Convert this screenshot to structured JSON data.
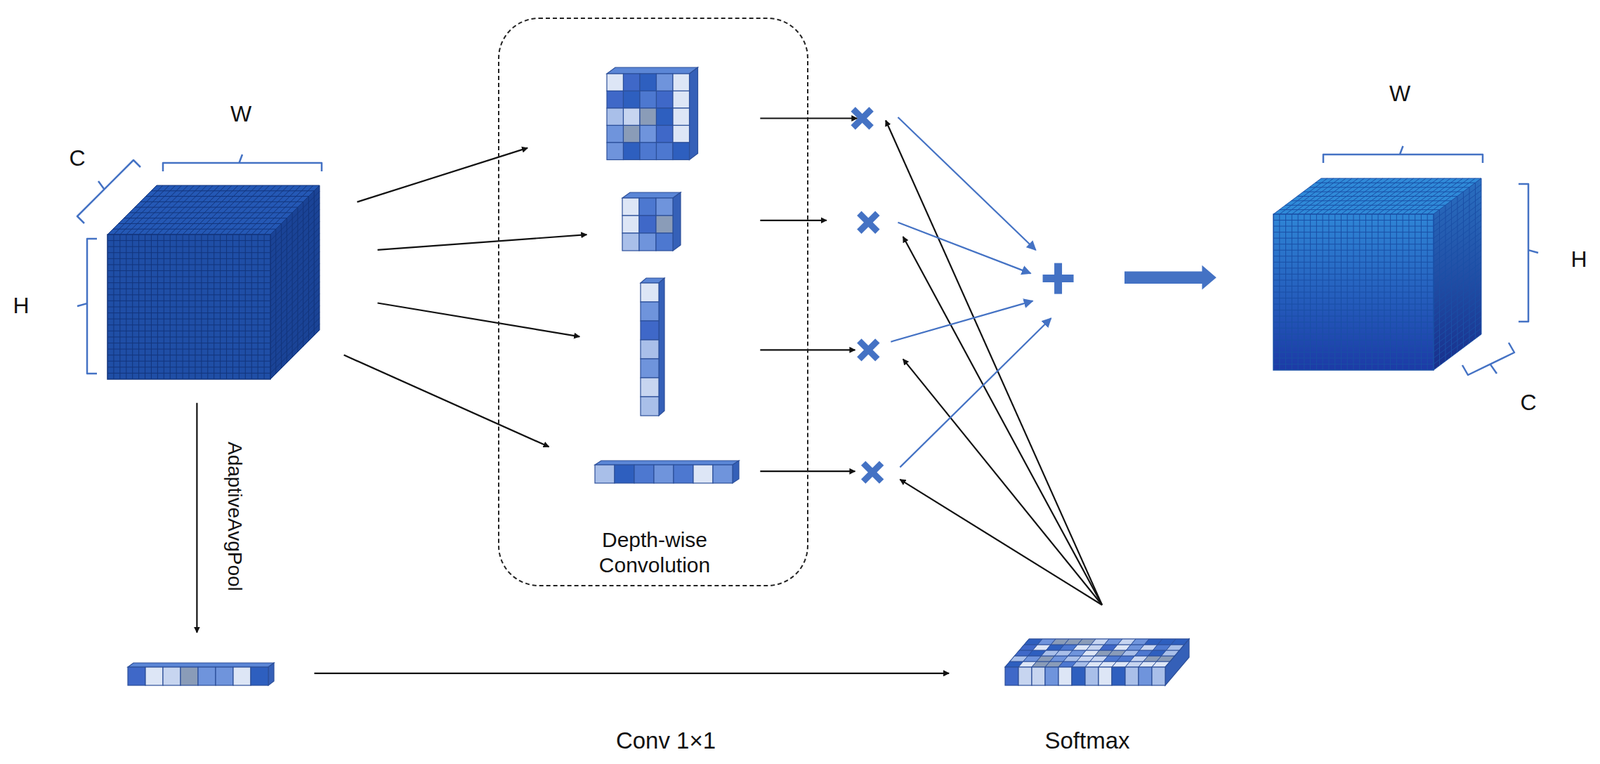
{
  "diagram": {
    "nodes": [
      {
        "text": [
          "Depth-wise Convolution"
        ]
      }
    ],
    "labels": [
      "W",
      "C",
      "H",
      "AdaptiveAvgPool",
      "Conv 1×1",
      "Softmax",
      "W",
      "H",
      "C"
    ]
  }
}
